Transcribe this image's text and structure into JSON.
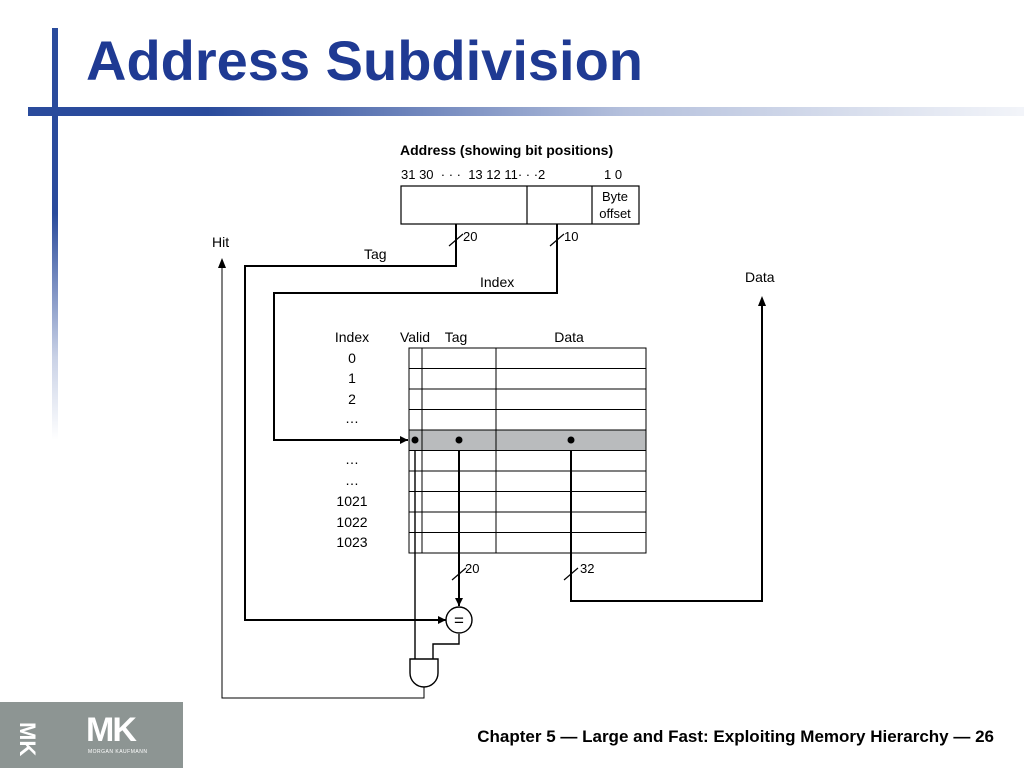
{
  "slide": {
    "title": "Address Subdivision",
    "footer": "Chapter 5 — Large and Fast: Exploiting Memory Hierarchy — 26",
    "logo_text": "MK",
    "logo_subtext": "MORGAN KAUFMANN"
  },
  "diagram": {
    "address_title": "Address (showing bit positions)",
    "bit_positions_left": "31 30  · · ·  13 12 11· · ·2",
    "bit_positions_right": "1 0",
    "byte_offset_line1": "Byte",
    "byte_offset_line2": "offset",
    "tag_width": "20",
    "index_width": "10",
    "tag_label": "Tag",
    "index_label": "Index",
    "hit_label": "Hit",
    "data_label": "Data",
    "col_index": "Index",
    "col_valid": "Valid",
    "col_tag": "Tag",
    "col_data": "Data",
    "rows": [
      "0",
      "1",
      "2",
      "…",
      "",
      "…",
      "…",
      "1021",
      "1022",
      "1023"
    ],
    "tag_out_width": "20",
    "data_out_width": "32",
    "comparator_symbol": "="
  }
}
